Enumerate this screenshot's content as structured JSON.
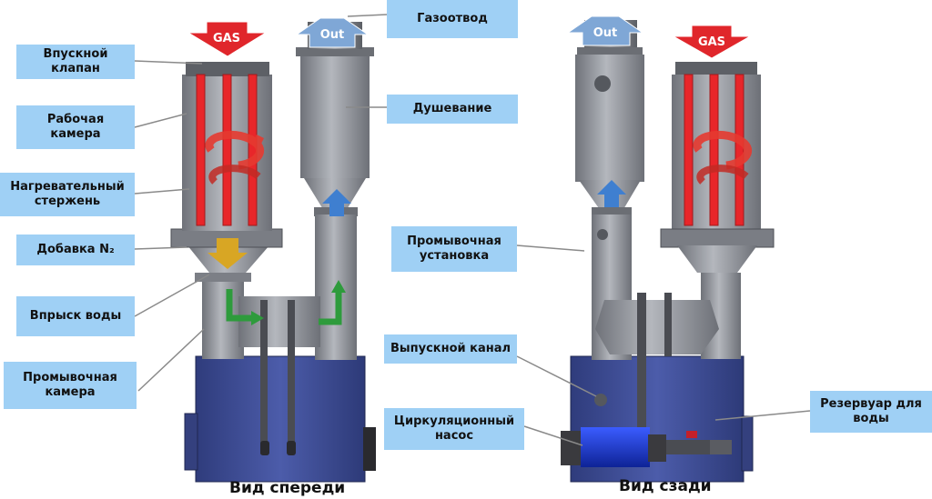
{
  "labels": {
    "inlet_valve": "Впускной\nклапан",
    "working_chamber": "Рабочая\nкамера",
    "heating_rod": "Нагревательный\nстержень",
    "n2_addition": "Добавка N₂",
    "water_injection": "Впрыск воды",
    "washing_chamber": "Промывочная\nкамера",
    "gas_outlet": "Газоотвод",
    "showering": "Душевание",
    "washing_unit": "Промывочная\nустановка",
    "outlet_channel": "Выпускной канал",
    "circulation_pump": "Циркуляционный\nнасос",
    "water_tank": "Резервуар для\nводы"
  },
  "arrows": {
    "gas": "GAS",
    "out": "Out"
  },
  "captions": {
    "front_view": "Вид спереди",
    "rear_view": "Вид сзади"
  },
  "colors": {
    "label_bg": "#9fd0f5",
    "body_metal": "#8e9198",
    "tank_blue": "#3f4f9a",
    "heater_red": "#e8262a",
    "gas_arrow": "#e0262b",
    "out_arrow": "#7fa7d6",
    "n2_arrow": "#d8a624",
    "water_arrow": "#2e9b3c",
    "pump_blue": "#1f3fd0"
  }
}
